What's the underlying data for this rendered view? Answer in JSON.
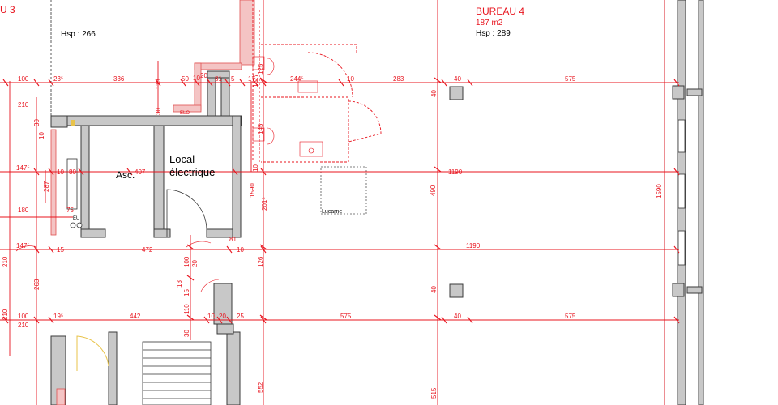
{
  "rooms": {
    "left_title": "U 3",
    "left_hsp": "Hsp : 266",
    "bureau_name": "BUREAU 4",
    "bureau_area": "187 m2",
    "bureau_hsp": "Hsp : 289",
    "asc": "Asc.",
    "local_line1": "Local",
    "local_line2": "électrique",
    "lucarne": "Lucarne",
    "elo": "ELO",
    "eu": "EU"
  },
  "dims": {
    "r1_100": "100",
    "r1_23": "23⁵",
    "r1_336": "336",
    "r1_113": "113",
    "r1_50": "50",
    "r1_10a": "10",
    "r1_20": "20",
    "r1_81": "81",
    "r1_5": "5",
    "r1_17": "17",
    "r1_244": "244⁵",
    "r1_10b": "10",
    "r1_283": "283",
    "r1_40": "40",
    "r1_575": "575",
    "l_210a": "210",
    "l_30a": "30",
    "l_30b": "30",
    "l_10a": "10",
    "l_15": "15",
    "l_27": "27",
    "r2_147": "147⁵",
    "r2_10": "10",
    "r2_80": "80",
    "r2_407": "407",
    "r2_10b": "10",
    "r2_1190": "1190",
    "v_287": "287",
    "v_180": "180",
    "v_75": "75",
    "v_1590a": "1590",
    "v_201": "201⁵",
    "v_490": "490",
    "v_1590b": "1590",
    "v_145": "145",
    "v_125": "125",
    "r3_147": "147⁵",
    "r3_15": "15",
    "r3_472": "472",
    "r3_10": "10",
    "r3_1190": "1190",
    "r3_81": "81",
    "v_100a": "100",
    "v_20a": "20",
    "v_126": "126",
    "v_40a": "40",
    "v_40b": "40",
    "l_210b": "210",
    "l_263": "263",
    "l_210c": "210",
    "v_13": "13",
    "v_30c": "30",
    "v_110": "110",
    "v_15c": "15",
    "r4_100": "100",
    "r4_19": "19⁵",
    "r4_442": "442",
    "r4_10": "10",
    "r4_20": "20",
    "r4_25": "25",
    "r4_575a": "575",
    "r4_40": "40",
    "r4_575b": "575",
    "r4_210": "210",
    "v_552": "552",
    "v_515": "515"
  }
}
